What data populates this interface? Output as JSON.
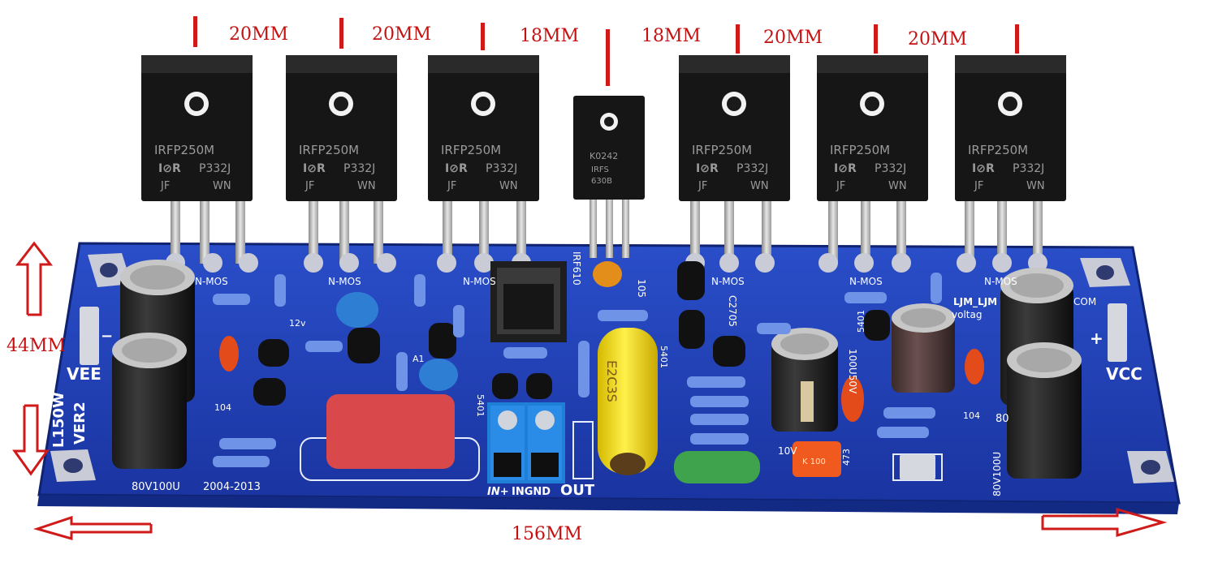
{
  "spacing_labels": [
    "20MM",
    "20MM",
    "18MM",
    "18MM",
    "20MM",
    "20MM"
  ],
  "dimensions": {
    "height": "44MM",
    "width": "156MM"
  },
  "transistors": {
    "part": "IRFP250M",
    "logo": "I⊘R",
    "code": "P332J",
    "lot_left": "JF",
    "lot_right": "WN",
    "pad_label": "N-MOS"
  },
  "small_transistor": {
    "part": "IRF610",
    "marking_1": "K0242",
    "marking_2": "IRFS",
    "marking_3": "630B"
  },
  "board": {
    "model": "L150W",
    "version": "VER2",
    "year": "2004-2013",
    "vee": "VEE",
    "vcc": "VCC",
    "plus": "+",
    "minus": "−",
    "brand": "LJM_LJM",
    "brand_2": "voltag",
    "com": "COM",
    "in_label": "IN+",
    "gnd_label": "INGND",
    "out_label": "OUT",
    "cap_big": "80V100U",
    "cap_big_right": "80V100U",
    "cap_mid": "100U50V",
    "cap_mid_2": "10V",
    "cap_small": "104",
    "cap_small_2": "104",
    "cap_small_3": "105",
    "cap_small_4": "473",
    "cap_small_5": "80",
    "ic_5401": "5401",
    "ic_5401_b": "5401",
    "ic_5401_c": "5401",
    "c2705": "C2705",
    "diode_12v": "12v",
    "a1": "A1",
    "film_cap": "E2C3S",
    "cap_orange_1": "K 100"
  }
}
